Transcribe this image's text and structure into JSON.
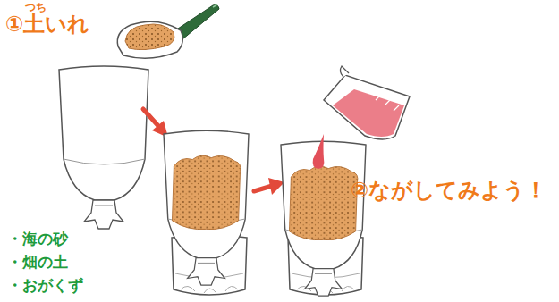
{
  "diagram": {
    "labels": [
      "つち",
      "①土いれ",
      "②ながしてみよう！",
      "・海の砂",
      "・畑の土",
      "・おがくず"
    ]
  }
}
